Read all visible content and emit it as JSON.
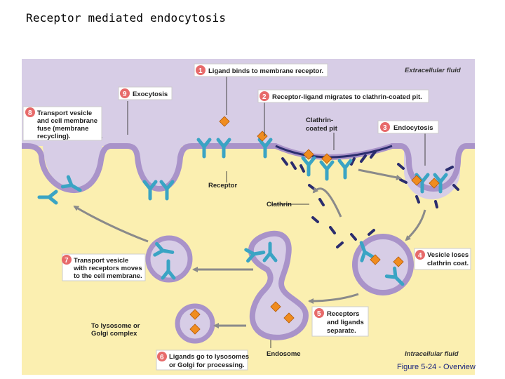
{
  "slide_title": "Receptor mediated endocytosis",
  "caption": "Figure 5-24 - Overview",
  "regions": {
    "extracellular": "Extracellular fluid",
    "intracellular": "Intracellular fluid"
  },
  "steps": [
    {
      "num": "1",
      "lines": [
        "Ligand binds to membrane receptor."
      ]
    },
    {
      "num": "2",
      "lines": [
        "Receptor-ligand migrates to clathrin-coated pit."
      ]
    },
    {
      "num": "3",
      "lines": [
        "Endocytosis"
      ]
    },
    {
      "num": "4",
      "lines": [
        "Vesicle loses",
        "clathrin coat."
      ]
    },
    {
      "num": "5",
      "lines": [
        "Receptors",
        "and ligands",
        "separate."
      ]
    },
    {
      "num": "6",
      "lines": [
        "Ligands go to lysosomes",
        "or Golgi for processing."
      ]
    },
    {
      "num": "7",
      "lines": [
        "Transport vesicle",
        "with receptors moves",
        "to the cell membrane."
      ]
    },
    {
      "num": "8",
      "lines": [
        "Transport vesicle",
        "and cell membrane",
        "fuse (membrane",
        "recycling)."
      ]
    },
    {
      "num": "9",
      "lines": [
        "Exocytosis"
      ]
    }
  ],
  "labels": {
    "clathrin_pit": [
      "Clathrin-",
      "coated pit"
    ],
    "receptor": "Receptor",
    "clathrin": "Clathrin",
    "endosome": "Endosome",
    "lysosome_golgi": [
      "To lysosome or",
      "Golgi complex"
    ]
  },
  "colors": {
    "extracellular": "#d7cde6",
    "intracellular": "#fbefb0",
    "membrane": "#a993c9",
    "receptor": "#3aa4c4",
    "ligand": "#f08c1f",
    "clathrin": "#2b2d6e",
    "step_badge": "#e76a6a",
    "arrow": "#8a8a8a"
  }
}
